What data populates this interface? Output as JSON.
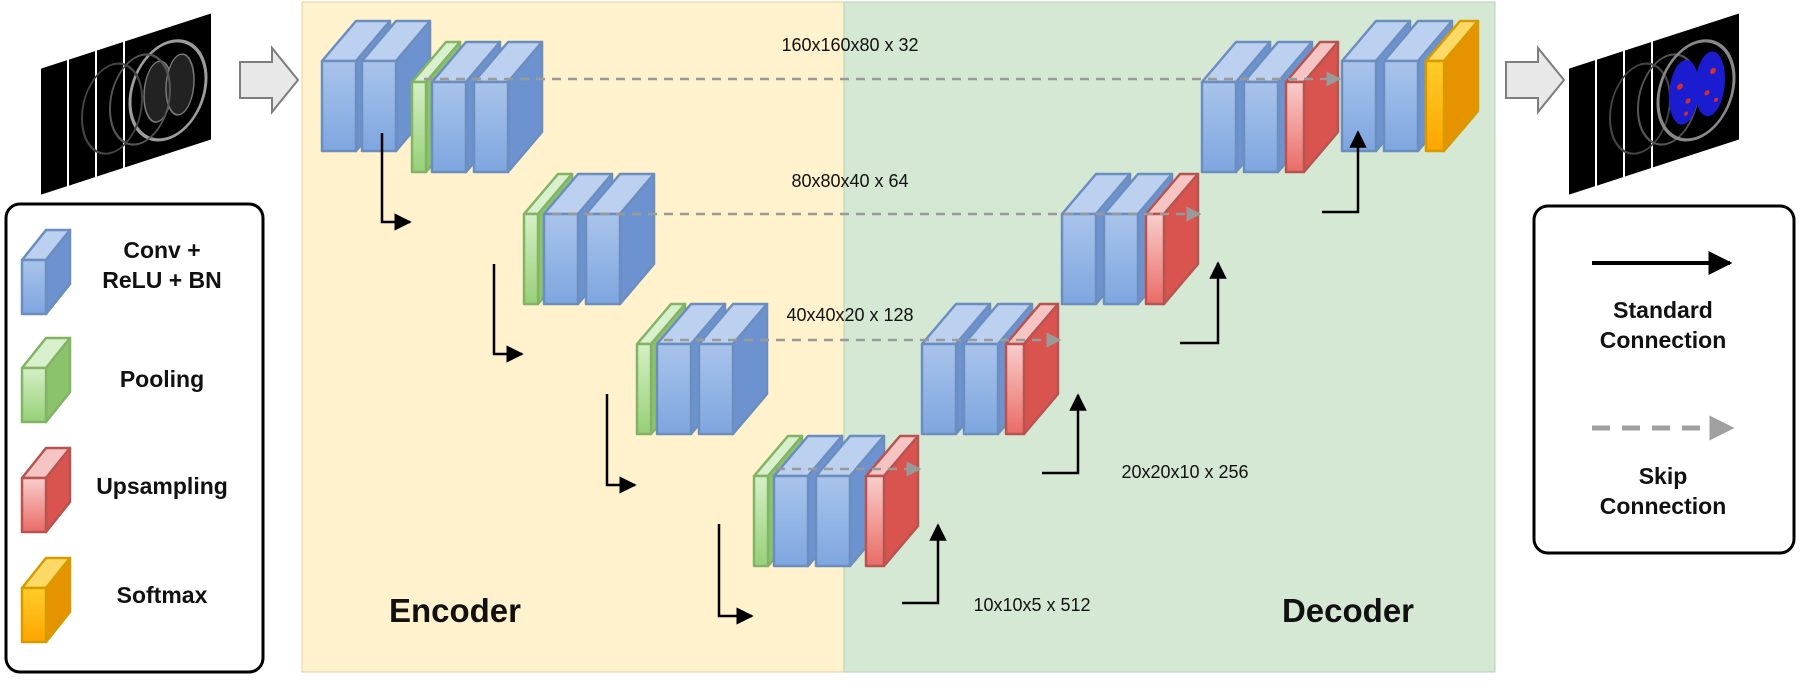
{
  "regions": {
    "encoder_label": "Encoder",
    "decoder_label": "Decoder"
  },
  "dimensions": [
    "160x160x80 x 32",
    "80x80x40 x 64",
    "40x40x20 x 128",
    "20x20x10 x 256",
    "10x10x5 x 512"
  ],
  "legend_blocks": {
    "conv": [
      "Conv +",
      "ReLU + BN"
    ],
    "pooling": "Pooling",
    "upsampling": "Upsampling",
    "softmax": "Softmax"
  },
  "legend_connections": {
    "standard": [
      "Standard",
      "Connection"
    ],
    "skip": [
      "Skip",
      "Connection"
    ]
  },
  "colors": {
    "encoder_bg": "#fff2cc",
    "decoder_bg": "#d5e8d4",
    "conv": "#7ea6e0",
    "pooling": "#b9e0a5",
    "upsampling": "#ea6b66",
    "softmax": "#ffb000"
  },
  "icons": {
    "input": "ct-scan-stack-icon",
    "output": "segmented-scan-stack-icon",
    "arrow": "block-arrow-right-icon"
  }
}
